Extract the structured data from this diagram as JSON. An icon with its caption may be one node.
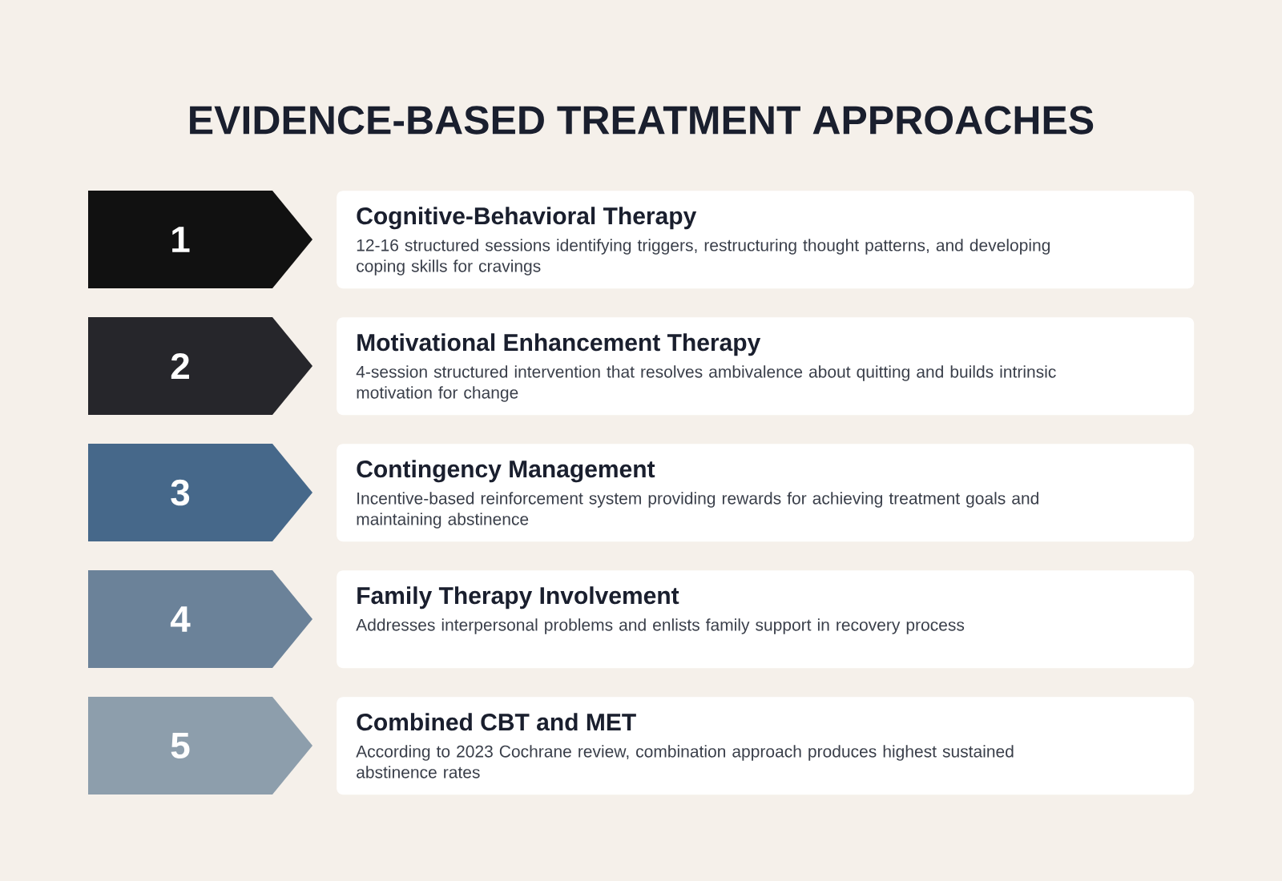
{
  "diagram": {
    "title": "EVIDENCE-BASED TREATMENT APPROACHES",
    "nodes": [
      {
        "text": [
          "1"
        ]
      },
      {
        "text": [
          "Cognitive-Behavioral Therapy",
          "12-16 structured sessions identifying triggers, restructuring thought patterns, and developing coping skills for cravings"
        ]
      },
      {
        "text": [
          "2"
        ]
      },
      {
        "text": [
          "Motivational Enhancement Therapy",
          "4-session structured intervention that resolves ambivalence about quitting and builds intrinsic motivation for change"
        ]
      },
      {
        "text": [
          "3"
        ]
      },
      {
        "text": [
          "Contingency Management",
          "Incentive-based reinforcement system providing rewards for achieving treatment goals and maintaining abstinence"
        ]
      },
      {
        "text": [
          "4"
        ]
      },
      {
        "text": [
          "Family Therapy Involvement",
          "Addresses interpersonal problems and enlists family support in recovery process"
        ]
      },
      {
        "text": [
          "5"
        ]
      },
      {
        "text": [
          "Combined CBT and MET",
          "According to 2023 Cochrane review, combination approach produces highest sustained abstinence rates"
        ]
      }
    ]
  }
}
